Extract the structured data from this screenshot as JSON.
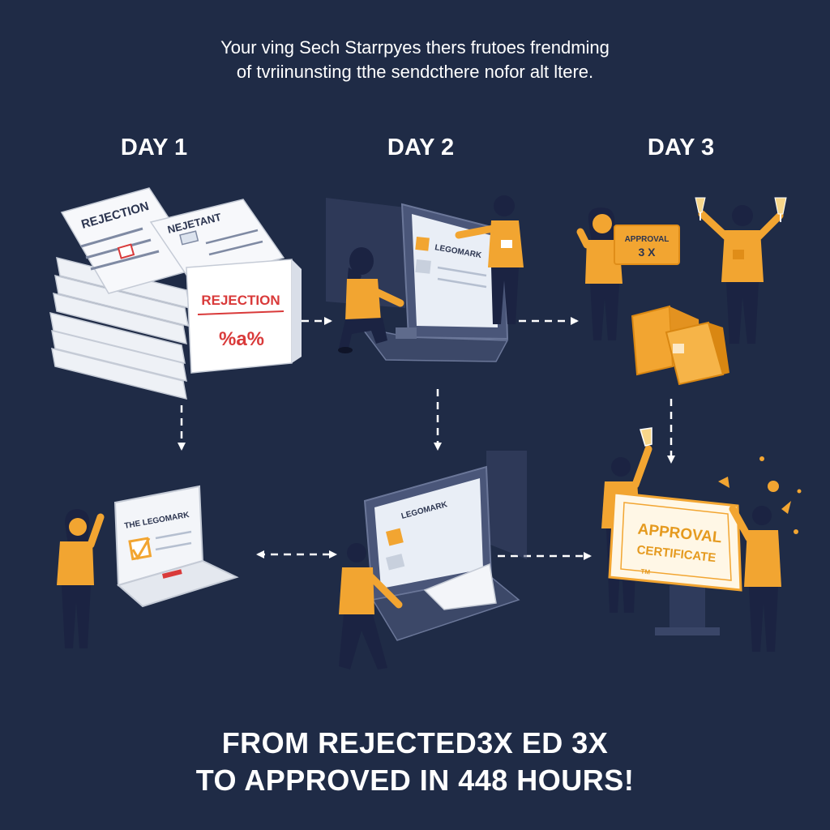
{
  "intro": {
    "line1": "Your ving Sech Starrpyes thers frutoes frendming",
    "line2": "of tvriinunsting tthe sendcthere nofor alt ltere."
  },
  "days": {
    "day1": "DAY 1",
    "day2": "DAY 2",
    "day3": "DAY 3"
  },
  "scene_day1": {
    "doc_back_title": "REJECTION",
    "doc_mid_title": "NEJETANT",
    "stamp_text": "REJECTION",
    "stamp_percent": "%a%"
  },
  "scene_day2": {
    "laptop_label": "LEGOMARK"
  },
  "scene_day3": {
    "sign_line1": "APPROVAL",
    "sign_line2": "3 X"
  },
  "scene_bottom_left": {
    "laptop_label": "THE LEGOMARK"
  },
  "scene_bottom_mid": {
    "laptop_label": "LEGOMARK"
  },
  "scene_bottom_right": {
    "certificate_line1": "APPROVAL",
    "certificate_line2": "CERTIFICATE",
    "certificate_mark": "TM"
  },
  "headline": {
    "line1": "FROM REJECTED3X ED 3X",
    "line2": "TO APPROVED IN 448 HOURS!"
  },
  "colors": {
    "background": "#1f2b46",
    "accent_orange": "#f2a531",
    "stamp_red": "#d93a3a",
    "navy_person": "#1b2342",
    "paper": "#f1f3f7"
  }
}
